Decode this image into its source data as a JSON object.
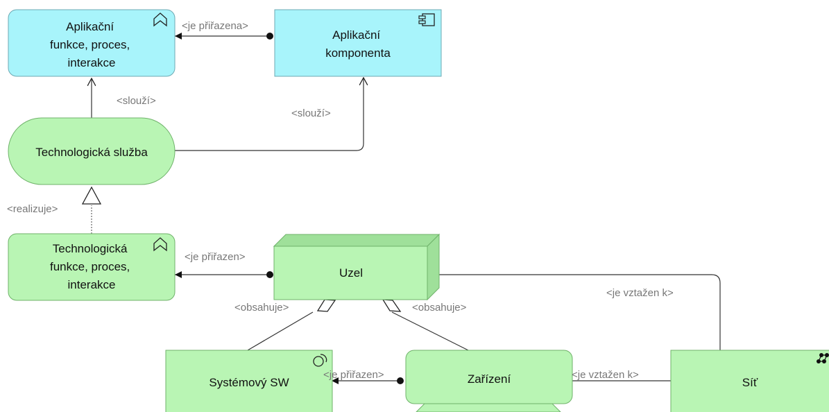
{
  "nodes": {
    "app_function": [
      "Aplikační",
      "funkce, proces,",
      "interakce"
    ],
    "app_component": [
      "Aplikační",
      "komponenta"
    ],
    "tech_service": "Technologická služba",
    "tech_function": [
      "Technologická",
      "funkce, proces,",
      "interakce"
    ],
    "node": "Uzel",
    "system_software": "Systémový SW",
    "device": "Zařízení",
    "network": "Síť"
  },
  "relations": {
    "app_assigned": "<je přiřazena>",
    "serves_left": "<slouží>",
    "serves_right": "<slouží>",
    "realizes": "<realizuje>",
    "tech_assigned": "<je přiřazen>",
    "contains_left": "<obsahuje>",
    "contains_right": "<obsahuje>",
    "related_node": "<je vztažen k>",
    "sw_assigned": "<je přiřazen>",
    "related_device": "<je vztažen k>"
  },
  "colors": {
    "application_layer": "#a8f4fb",
    "technology_layer": "#b9f5b4"
  },
  "icons": {
    "app_function": "function-chevron-icon",
    "app_component": "component-icon",
    "tech_function": "function-chevron-icon",
    "system_software": "system-software-icon",
    "network": "network-icon"
  }
}
